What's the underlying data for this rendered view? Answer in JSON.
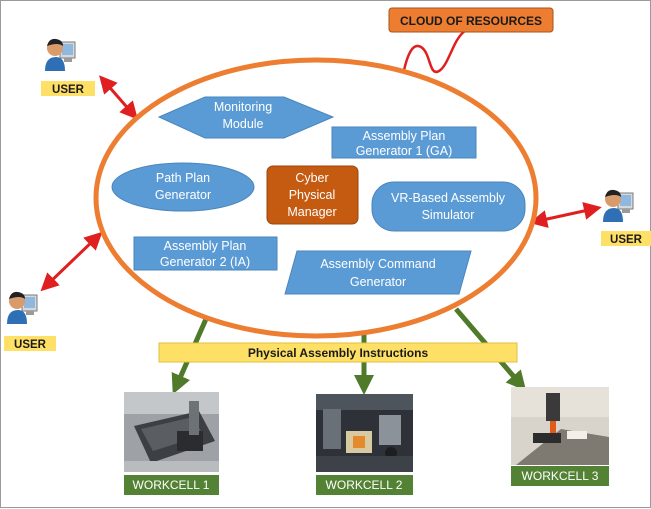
{
  "cloud_label": "CLOUD OF RESOURCES",
  "modules": {
    "monitoring": [
      "Monitoring",
      "Module"
    ],
    "plan_gen_1": [
      "Assembly Plan",
      "Generator 1 (GA)"
    ],
    "path_plan": [
      "Path Plan",
      "Generator"
    ],
    "cyber": [
      "Cyber",
      "Physical",
      "Manager"
    ],
    "vr_sim": [
      "VR-Based Assembly",
      "Simulator"
    ],
    "plan_gen_2": [
      "Assembly Plan",
      "Generator 2 (IA)"
    ],
    "command_gen": [
      "Assembly Command",
      "Generator"
    ]
  },
  "users": {
    "top_left": "USER",
    "bottom_left": "USER",
    "right": "USER"
  },
  "instructions_label": "Physical Assembly Instructions",
  "workcells": {
    "w1": "WORKCELL 1",
    "w2": "WORKCELL 2",
    "w3": "WORKCELL 3"
  },
  "colors": {
    "module_fill": "#5b9bd5",
    "module_text": "#ffffff",
    "cyber_fill": "#c55a11",
    "ring": "#ed7d31",
    "cloud_fill": "#ed7d31",
    "user_label": "#ffe066",
    "instructions_bar": "#ffe066",
    "workcell_label": "#548235",
    "down_arrow": "#4e7a2a",
    "user_arrow": "#e02020",
    "cloud_line": "#e02020"
  }
}
